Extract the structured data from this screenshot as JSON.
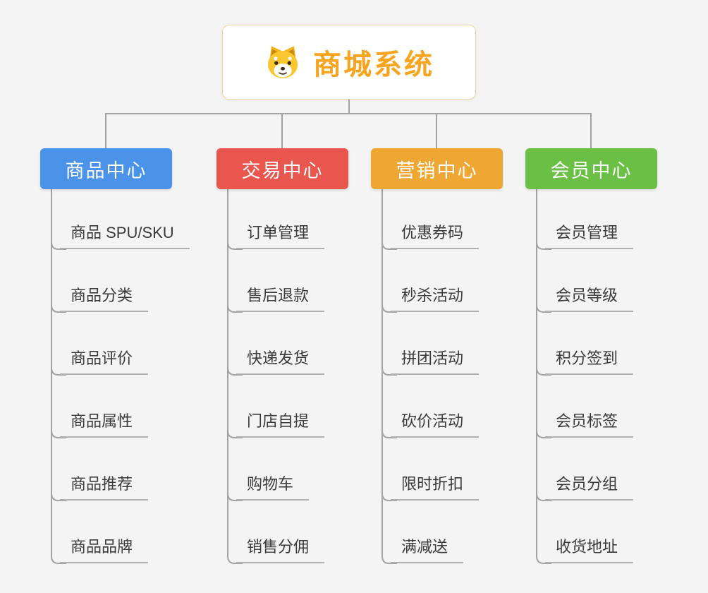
{
  "root": {
    "title": "商城系统",
    "icon": "dog-icon",
    "title_color": "#f7a41f",
    "border_color": "#f2d7a2"
  },
  "branches": [
    {
      "label": "商品中心",
      "color": "#4a93e8",
      "children": [
        "商品 SPU/SKU",
        "商品分类",
        "商品评价",
        "商品属性",
        "商品推荐",
        "商品品牌"
      ]
    },
    {
      "label": "交易中心",
      "color": "#e8564e",
      "children": [
        "订单管理",
        "售后退款",
        "快递发货",
        "门店自提",
        "购物车",
        "销售分佣"
      ]
    },
    {
      "label": "营销中心",
      "color": "#efa733",
      "children": [
        "优惠券码",
        "秒杀活动",
        "拼团活动",
        "砍价活动",
        "限时折扣",
        "满减送"
      ]
    },
    {
      "label": "会员中心",
      "color": "#6abf45",
      "children": [
        "会员管理",
        "会员等级",
        "积分签到",
        "会员标签",
        "会员分组",
        "收货地址"
      ]
    }
  ]
}
